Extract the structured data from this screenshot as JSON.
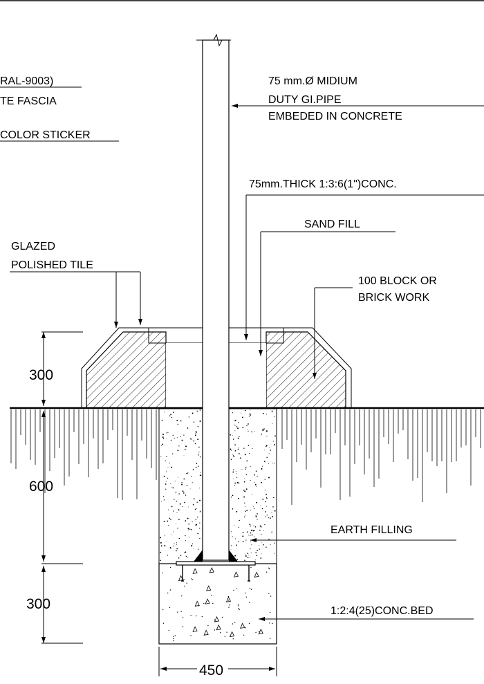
{
  "labels": {
    "ral": "RAL-9003)",
    "fascia": "TE FASCIA",
    "sticker": "COLOR STICKER",
    "pipe_line1": "75 mm.Ø MIDIUM",
    "pipe_line2": "DUTY GI.PIPE",
    "pipe_line3": "EMBEDED IN CONCRETE",
    "concrete": "75mm.THICK 1:3:6(1\")CONC.",
    "sand": "SAND FILL",
    "tile_line1": "GLAZED",
    "tile_line2": "POLISHED TILE",
    "block_line1": "100 BLOCK OR",
    "block_line2": "BRICK WORK",
    "earth": "EARTH FILLING",
    "bed": "1:2:4(25)CONC.BED"
  },
  "dimensions": {
    "plinth_height": "300",
    "footing_depth": "600",
    "bed_depth": "300",
    "footing_width": "450"
  }
}
